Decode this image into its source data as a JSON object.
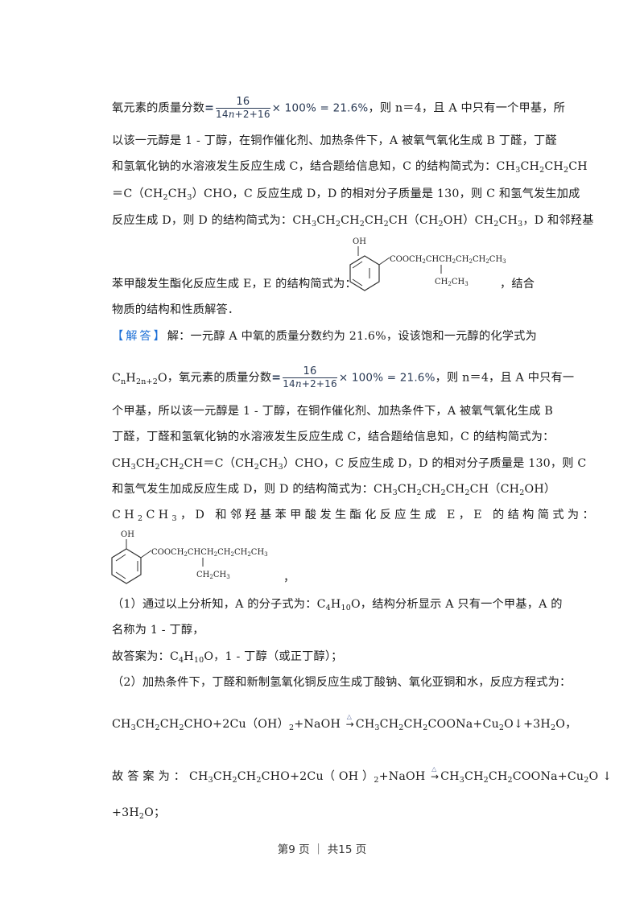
{
  "document": {
    "analysis": {
      "line1_prefix": "氧元素的质量分数",
      "fraction_num": "16",
      "fraction_den_a": "14",
      "fraction_den_var": "n",
      "fraction_den_b": "+2+16",
      "formula_suffix": "× 100% = 21.6%",
      "line1_suffix": "，则 n＝4，且 A 中只有一个甲基，所",
      "line2": "以该一元醇是 1 - 丁醇，在铜作催化剂、加热条件下，A 被氧气氧化生成 B 丁醛，丁醛",
      "line3_text": "和氢氧化钠的水溶液发生反应生成  C，结合题给信息知，C 的结构简式为：",
      "line3_formula": "CH3CH2CH2CH",
      "line4": "＝C（CH2CH3）CHO，C 反应生成 D，D 的相对分子质量是 130，则 C 和氢气发生加成",
      "line5_text": "反应生成 D，则 D 的结构简式为：",
      "line5_formula": "CH3CH2CH2CH2CH（CH2OH）CH2CH3，D 和邻羟基",
      "line6_text": "苯甲酸发生酯化反应生成 E，E 的结构简式为：",
      "line6_suffix": "，结合",
      "line7": "物质的结构和性质解答．"
    },
    "solution": {
      "label": "【解答】",
      "line1": "解：一元醇 A 中氧的质量分数约为 21.6%，设该饱和一元醇的化学式为",
      "line2_formula": "CnH2n+2O",
      "line2_text": "，氧元素的质量分数",
      "fraction_num": "16",
      "fraction_den_a": "14",
      "fraction_den_var": "n",
      "fraction_den_b": "+2+16",
      "formula_suffix": "× 100% = 21.6%",
      "line2_suffix": "，则 n＝4，且 A 中只有一",
      "line3": "个甲基，所以该一元醇是 1 - 丁醇，在铜作催化剂、加热条件下，A 被氧气氧化生成 B",
      "line4": "丁醛，丁醛和氢氧化钠的水溶液发生反应生成  C，结合题给信息知，C 的结构简式为：",
      "line5": "CH3CH2CH2CH＝C（CH2CH3）CHO，C 反应生成 D，D 的相对分子质量是 130，则 C",
      "line6": "和氢气发生加成反应生成 D，则 D 的结构简式为：CH3CH2CH2CH2CH（CH2OH）",
      "line7": "CH2CH3，D 和邻羟基苯甲酸发生酯化反应生成 E，E 的结构简式为：",
      "line8_suffix": "，",
      "part1_line1": "（1）通过以上分析知，A 的分子式为：C4H10O，结构分析显示 A 只有一个甲基，A 的",
      "part1_line2": "名称为 1 - 丁醇，",
      "part1_answer": "故答案为：C4H10O，1 - 丁醇（或正丁醇）；",
      "part2_line1": "（2）加热条件下，丁醛和新制氢氧化铜反应生成丁酸钠、氧化亚铜和水，反应方程式为：",
      "part2_eq_left": "CH3CH2CH2CHO+2Cu（OH）2+NaOH",
      "part2_eq_right": "CH3CH2CH2COONa+Cu2O↓+3H2O，",
      "part2_answer_prefix": "故答案为：",
      "part2_answer_left": "CH3CH2CH2CHO+2Cu（OH）2+NaOH",
      "part2_answer_right": "CH3CH2CH2COONa+Cu2O↓",
      "part2_answer_end": "+3H2O；"
    },
    "structure_E": {
      "oh_label": "OH",
      "chain": "COOCH2CHCH2CH2CH2CH3",
      "branch": "CH2CH3"
    },
    "heat_symbol": "△",
    "colors": {
      "label_blue": "#1c6fd6",
      "formula": "#2a3a55"
    }
  },
  "footer": {
    "page_text": "第9 页 ｜ 共15 页",
    "current_page": 9,
    "total_pages": 15
  }
}
